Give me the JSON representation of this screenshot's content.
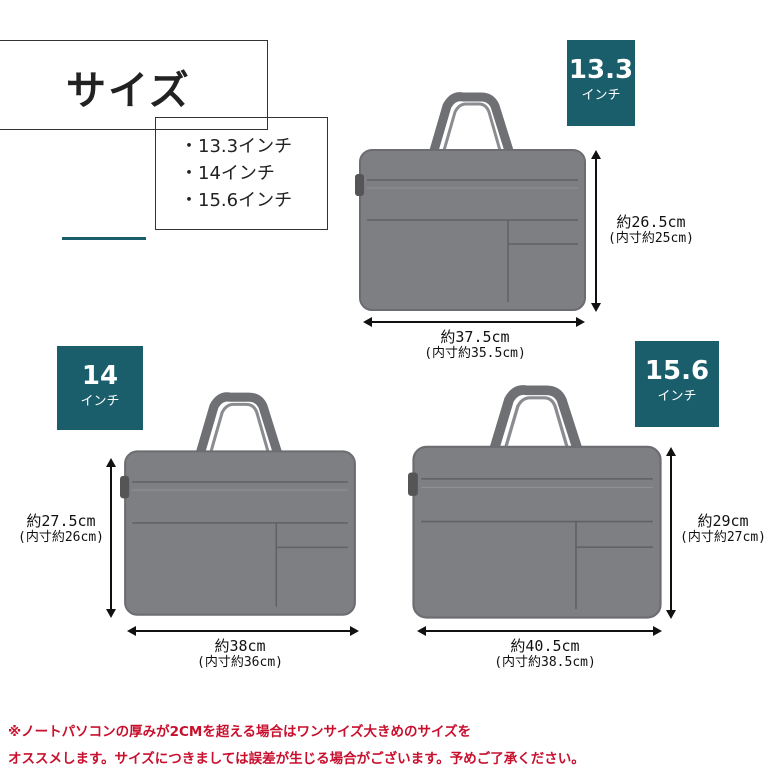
{
  "header": {
    "title": "サイズ",
    "sizes": [
      "・13.3インチ",
      "・14インチ",
      "・15.6インチ"
    ]
  },
  "bags": [
    {
      "badge_num": "13.3",
      "badge_unit": "インチ",
      "height_main": "約26.5cm",
      "height_sub": "(内寸約25cm)",
      "width_main": "約37.5cm",
      "width_sub": "(内寸約35.5cm)"
    },
    {
      "badge_num": "14",
      "badge_unit": "インチ",
      "height_main": "約27.5cm",
      "height_sub": "(内寸約26cm)",
      "width_main": "約38cm",
      "width_sub": "(内寸約36cm)"
    },
    {
      "badge_num": "15.6",
      "badge_unit": "インチ",
      "height_main": "約29cm",
      "height_sub": "(内寸約27cm)",
      "width_main": "約40.5cm",
      "width_sub": "(内寸約38.5cm)"
    }
  ],
  "footer": {
    "note_line1": "※ノートパソコンの厚みが2CMを超える場合はワンサイズ大きめのサイズを",
    "note_line2": "オススメします。サイズにつきましては誤差が生じる場合がございます。予めご了承ください。"
  },
  "colors": {
    "accent": "#1a5e6b",
    "bag": "#7d7f83",
    "note": "#c8102e"
  },
  "icons": [
    "laptop-bag-image",
    "arrow-double-vertical",
    "arrow-double-horizontal"
  ]
}
